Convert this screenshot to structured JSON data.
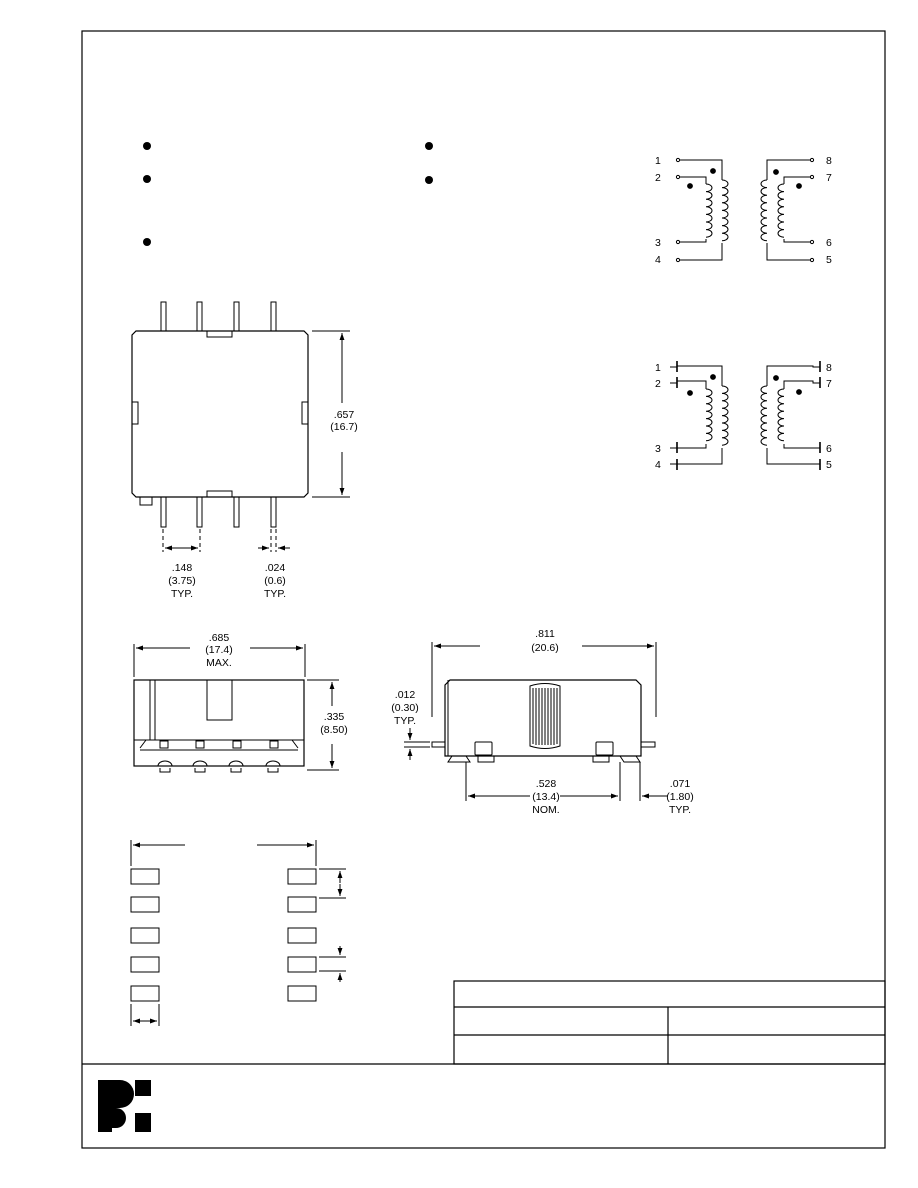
{
  "schematic_top": {
    "pins_left": [
      "1",
      "2",
      "3",
      "4"
    ],
    "pins_right": [
      "8",
      "7",
      "6",
      "5"
    ]
  },
  "schematic_bottom": {
    "pins_left": [
      "1",
      "2",
      "3",
      "4"
    ],
    "pins_right": [
      "8",
      "7",
      "6",
      "5"
    ]
  },
  "top_view": {
    "height_in": ".657",
    "height_mm": "(16.7)",
    "pitch_in": ".148",
    "pitch_mm": "(3.75)",
    "pitch_note": "TYP.",
    "lead_in": ".024",
    "lead_mm": "(0.6)",
    "lead_note": "TYP."
  },
  "front_view": {
    "width_in": ".685",
    "width_mm": "(17.4)",
    "width_note": "MAX.",
    "height_in": ".335",
    "height_mm": "(8.50)"
  },
  "side_view": {
    "length_in": ".811",
    "length_mm": "(20.6)",
    "thick_in": ".012",
    "thick_mm": "(0.30)",
    "thick_note": "TYP.",
    "span_in": ".528",
    "span_mm": "(13.4)",
    "span_note": "NOM.",
    "foot_in": ".071",
    "foot_mm": "(1.80)",
    "foot_note": "TYP."
  },
  "colors": {
    "ink": "#000000",
    "paper": "#ffffff"
  }
}
